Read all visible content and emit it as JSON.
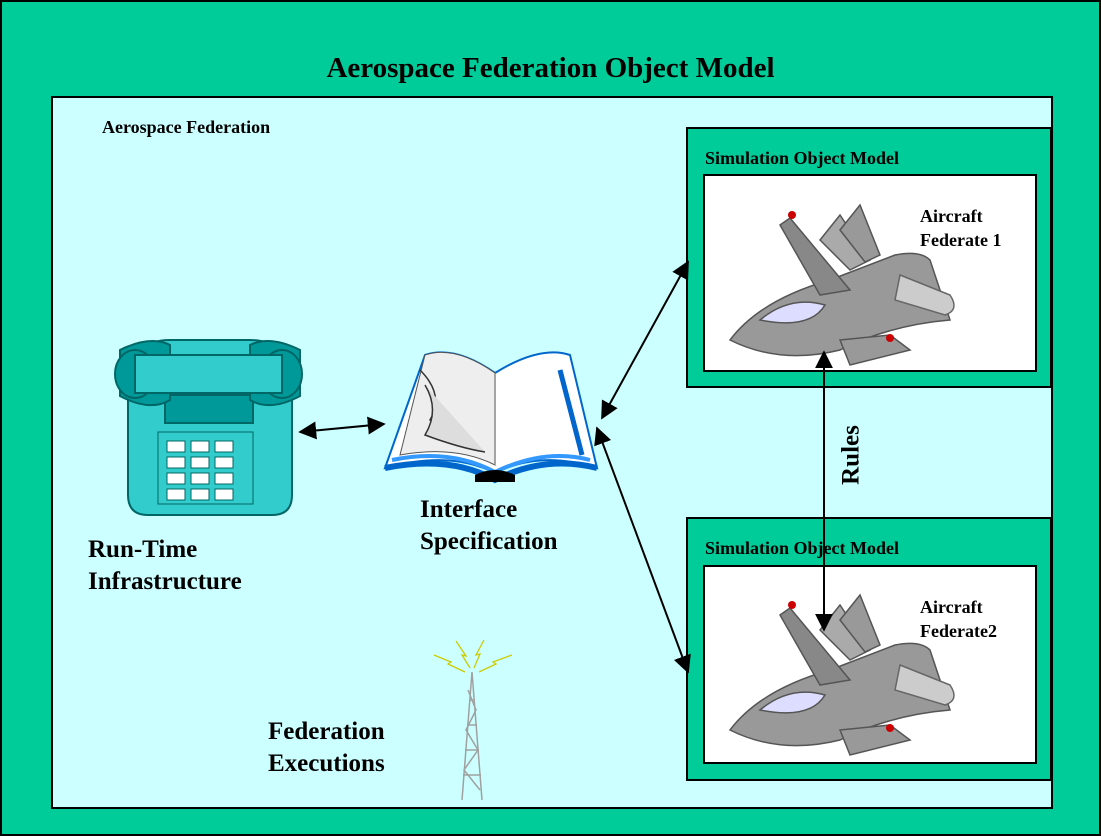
{
  "diagram": {
    "title": "Aerospace Federation Object Model",
    "federation_label": "Aerospace Federation",
    "som_top_title": "Simulation Object Model",
    "som_bottom_title": "Simulation Object Model",
    "aircraft1_line1": "Aircraft",
    "aircraft1_line2": "Federate 1",
    "aircraft2_line1": "Aircraft",
    "aircraft2_line2": "Federate2",
    "rti_line1": "Run-Time",
    "rti_line2": "Infrastructure",
    "interface_line1": "Interface",
    "interface_line2": "Specification",
    "executions_line1": "Federation",
    "executions_line2": "Executions",
    "rules_label": "Rules"
  },
  "colors": {
    "outer_green": "#00CC99",
    "panel_cyan": "#CCFFFF",
    "som_green": "#00CC99",
    "inner_white": "#FFFFFF",
    "phone_teal": "#009999",
    "phone_light": "#33CCCC",
    "book_blue": "#0066CC",
    "jet_gray": "#999999",
    "tower_gray": "#A0A0A0",
    "spark_yellow": "#FFFF00"
  },
  "icons": [
    "telephone-icon",
    "open-book-icon",
    "fighter-jet-icon",
    "radio-tower-icon"
  ]
}
